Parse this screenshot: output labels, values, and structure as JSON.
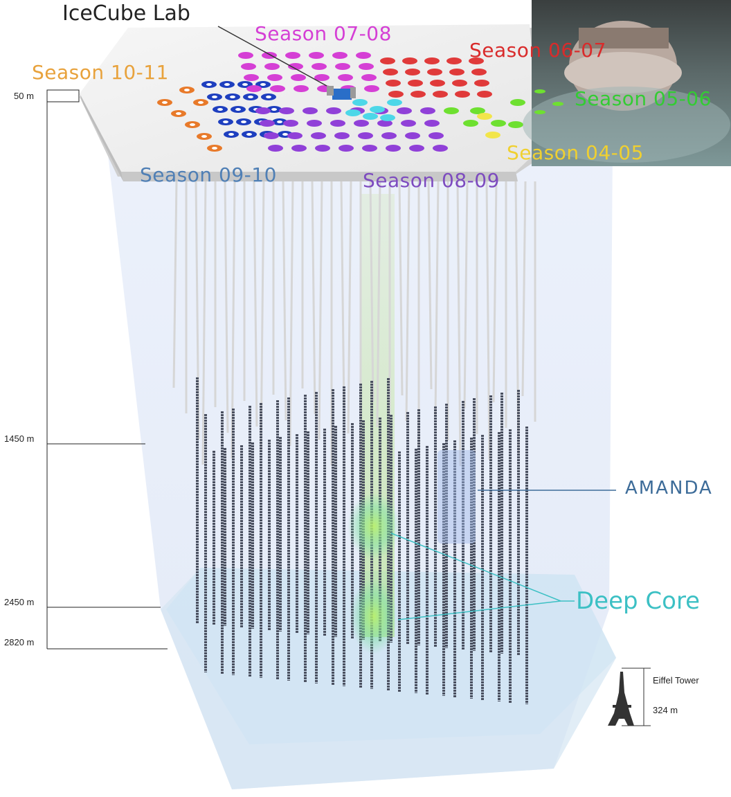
{
  "labels": {
    "lab": "IceCube Lab",
    "amanda": "AMANDA",
    "deep_core": "Deep Core",
    "eiffel_name": "Eiffel Tower",
    "eiffel_height": "324 m"
  },
  "seasons": [
    {
      "label": "Season 10-11",
      "color": "#e8a23c"
    },
    {
      "label": "Season 09-10",
      "color": "#4f7fb5"
    },
    {
      "label": "Season 08-09",
      "color": "#7d4bbf"
    },
    {
      "label": "Season 07-08",
      "color": "#d53fd5"
    },
    {
      "label": "Season 06-07",
      "color": "#d92b2b"
    },
    {
      "label": "Season 05-06",
      "color": "#33cc33"
    },
    {
      "label": "Season 04-05",
      "color": "#f0d030"
    }
  ],
  "depths": [
    "50 m",
    "1450 m",
    "2450 m",
    "2820 m"
  ],
  "colors": {
    "lab_text": "#222222",
    "amanda_text": "#3d6c99",
    "deep_core_text": "#3cc0c4",
    "seasons_07_08_dots": "#d53fd5",
    "seasons_06_07_dots": "#e03a3a",
    "seasons_05_06_dots": "#6ee030",
    "seasons_04_05_dots": "#f2e54a",
    "seasons_08_09_dots": "#9040d8",
    "seasons_09_10_dots": "#1e3fbf",
    "seasons_10_11_dots": "#e87a2a",
    "deep_core_dots": "#4dd7e8"
  }
}
